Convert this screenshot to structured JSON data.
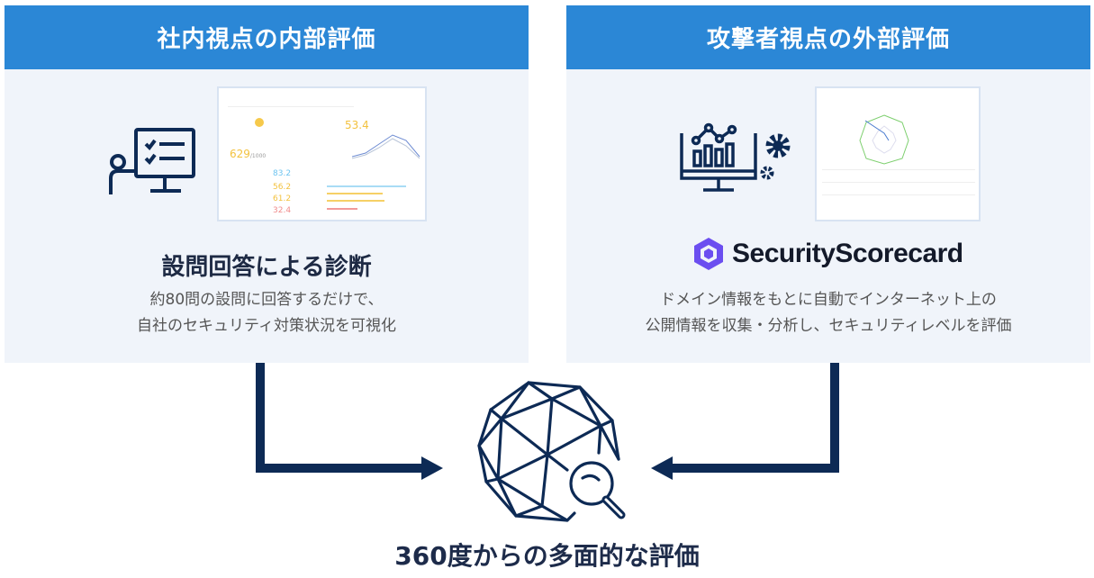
{
  "colors": {
    "header_blue": "#2b87d6",
    "panel_bg": "#f0f4fa",
    "navy": "#0d2a55",
    "logo_purple": "#6b4ef0"
  },
  "left": {
    "header": "社内視点の内部評価",
    "icon": "person-at-computer-checklist-icon",
    "thumbnail": {
      "score_main": "53.4",
      "score_total": "629",
      "score_total_suffix": "/1000",
      "categories": [
        "83.2",
        "56.2",
        "61.2",
        "32.4"
      ]
    },
    "subtitle": "設問回答による診断",
    "description": [
      "約80問の設問に回答するだけで、",
      "自社のセキュリティ対策状況を可視化"
    ]
  },
  "right": {
    "header": "攻撃者視点の外部評価",
    "icon": "monitor-analytics-gears-icon",
    "logo_text": "SecurityScorecard",
    "subtitle": "",
    "description": [
      "ドメイン情報をもとに自動でインターネット上の",
      "公開情報を収集・分析し、セキュリティレベルを評価"
    ]
  },
  "center": {
    "icon": "globe-magnifier-icon",
    "label": "360度からの多面的な評価"
  }
}
